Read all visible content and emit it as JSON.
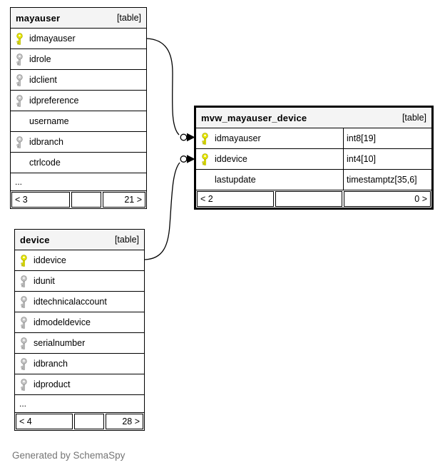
{
  "footer_note": "Generated by SchemaSpy",
  "colors": {
    "primary_key_fill": "#e9e900",
    "primary_key_stroke": "#a8a800",
    "other_key_fill": "#c8c8c8",
    "other_key_stroke": "#909090",
    "header_bg": "#f4f4f4",
    "border": "#000000"
  },
  "relationships": [
    {
      "from": "mayauser.idmayauser",
      "to": "mvw_mayauser_device.idmayauser"
    },
    {
      "from": "device.iddevice",
      "to": "mvw_mayauser_device.iddevice"
    }
  ],
  "tables": {
    "mayauser": {
      "title": "mayauser",
      "tag": "[table]",
      "columns": [
        {
          "name": "idmayauser",
          "key": "primary"
        },
        {
          "name": "idrole",
          "key": "indexed"
        },
        {
          "name": "idclient",
          "key": "indexed"
        },
        {
          "name": "idpreference",
          "key": "indexed"
        },
        {
          "name": "username",
          "key": "none"
        },
        {
          "name": "idbranch",
          "key": "indexed"
        },
        {
          "name": "ctrlcode",
          "key": "none"
        }
      ],
      "more": "...",
      "pager": {
        "prev": "< 3",
        "mid": "",
        "next": "21 >"
      }
    },
    "mvw_mayauser_device": {
      "title": "mvw_mayauser_device",
      "tag": "[table]",
      "columns": [
        {
          "name": "idmayauser",
          "type": "int8[19]",
          "key": "primary"
        },
        {
          "name": "iddevice",
          "type": "int4[10]",
          "key": "primary"
        },
        {
          "name": "lastupdate",
          "type": "timestamptz[35,6]",
          "key": "none"
        }
      ],
      "pager": {
        "prev": "< 2",
        "mid": "",
        "next": "0 >"
      }
    },
    "device": {
      "title": "device",
      "tag": "[table]",
      "columns": [
        {
          "name": "iddevice",
          "key": "primary"
        },
        {
          "name": "idunit",
          "key": "indexed"
        },
        {
          "name": "idtechnicalaccount",
          "key": "indexed"
        },
        {
          "name": "idmodeldevice",
          "key": "indexed"
        },
        {
          "name": "serialnumber",
          "key": "indexed"
        },
        {
          "name": "idbranch",
          "key": "indexed"
        },
        {
          "name": "idproduct",
          "key": "indexed"
        }
      ],
      "more": "...",
      "pager": {
        "prev": "< 4",
        "mid": "",
        "next": "28 >"
      }
    }
  }
}
